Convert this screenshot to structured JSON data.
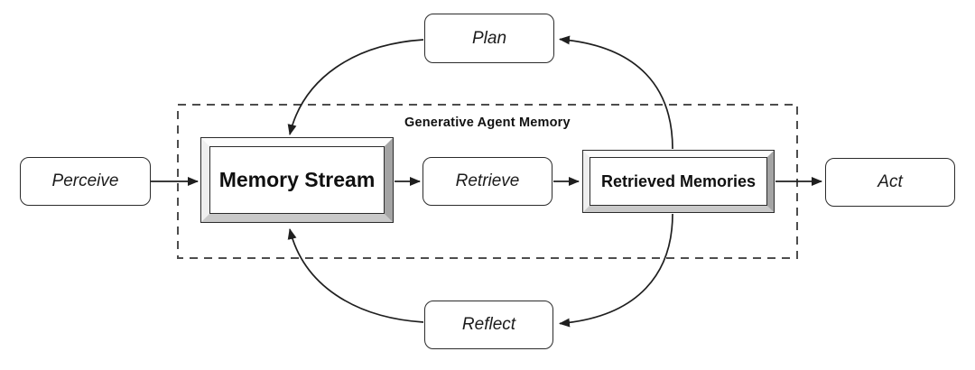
{
  "diagram": {
    "region_label": "Generative Agent Memory",
    "nodes": {
      "perceive": {
        "label": "Perceive"
      },
      "plan": {
        "label": "Plan"
      },
      "memory_stream": {
        "label": "Memory Stream"
      },
      "retrieve": {
        "label": "Retrieve"
      },
      "retrieved_memories": {
        "label": "Retrieved Memories"
      },
      "reflect": {
        "label": "Reflect"
      },
      "act": {
        "label": "Act"
      }
    },
    "edges": [
      {
        "from": "Perceive",
        "to": "Memory Stream",
        "style": "straight"
      },
      {
        "from": "Memory Stream",
        "to": "Retrieve",
        "style": "straight"
      },
      {
        "from": "Retrieve",
        "to": "Retrieved Memories",
        "style": "straight"
      },
      {
        "from": "Retrieved Memories",
        "to": "Act",
        "style": "straight"
      },
      {
        "from": "Retrieved Memories",
        "to": "Plan",
        "style": "curved"
      },
      {
        "from": "Plan",
        "to": "Memory Stream",
        "style": "curved"
      },
      {
        "from": "Retrieved Memories",
        "to": "Reflect",
        "style": "curved"
      },
      {
        "from": "Reflect",
        "to": "Memory Stream",
        "style": "curved"
      }
    ],
    "colors": {
      "background": "#ffffff",
      "node_border": "#2b2b2b",
      "arrow_stroke": "#1f1f1f",
      "dashed_boundary": "#4d4d4d",
      "bevel_light": "#fcfcfc",
      "bevel_dark": "#a4a4a4",
      "text": "#111111"
    }
  }
}
